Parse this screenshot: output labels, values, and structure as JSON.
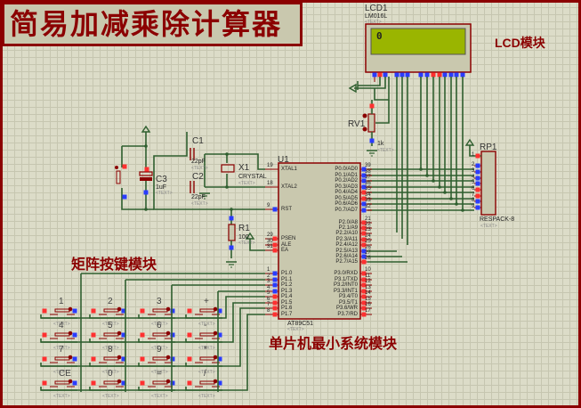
{
  "title": "简易加减乘除计算器",
  "modules": {
    "lcd": "LCD模块",
    "keypad": "矩阵按键模块",
    "mcu": "单片机最小系统模块"
  },
  "lcd": {
    "ref": "LCD1",
    "part": "LM016L",
    "text_tag": "<TEXT>",
    "display": "0"
  },
  "rv1": {
    "ref": "RV1",
    "value": "1k",
    "text_tag": "<TEXT>"
  },
  "rp1": {
    "ref": "RP1",
    "part": "RESPACK-8",
    "text_tag": "<TEXT>",
    "pins": [
      "1",
      "2",
      "3",
      "4",
      "5",
      "6",
      "7",
      "8",
      "9"
    ]
  },
  "c1": {
    "ref": "C1",
    "value": "22pF",
    "text_tag": "<TEXT>"
  },
  "c2": {
    "ref": "C2",
    "value": "22pF",
    "text_tag": "<TEXT>"
  },
  "c3": {
    "ref": "C3",
    "value": "1uF",
    "text_tag": "<TEXT>"
  },
  "x1": {
    "ref": "X1",
    "part": "CRYSTAL",
    "text_tag": "<TEXT>"
  },
  "r1": {
    "ref": "R1",
    "value": "100",
    "text_tag": "<TEXT>"
  },
  "u1": {
    "ref": "U1",
    "part": "AT89C51",
    "text_tag": "<TEXT>",
    "left_pins": [
      {
        "num": "19",
        "name": "XTAL1"
      },
      {
        "num": "18",
        "name": "XTAL2"
      },
      {
        "num": "9",
        "name": "RST"
      },
      {
        "num": "29",
        "name": "PSEN"
      },
      {
        "num": "30",
        "name": "ALE"
      },
      {
        "num": "31",
        "name": "EA"
      },
      {
        "num": "1",
        "name": "P1.0"
      },
      {
        "num": "2",
        "name": "P1.1"
      },
      {
        "num": "3",
        "name": "P1.2"
      },
      {
        "num": "4",
        "name": "P1.3"
      },
      {
        "num": "5",
        "name": "P1.4"
      },
      {
        "num": "6",
        "name": "P1.5"
      },
      {
        "num": "7",
        "name": "P1.6"
      },
      {
        "num": "8",
        "name": "P1.7"
      }
    ],
    "right_pins": [
      {
        "num": "39",
        "name": "P0.0/AD0"
      },
      {
        "num": "38",
        "name": "P0.1/AD1"
      },
      {
        "num": "37",
        "name": "P0.2/AD2"
      },
      {
        "num": "36",
        "name": "P0.3/AD3"
      },
      {
        "num": "35",
        "name": "P0.4/AD4"
      },
      {
        "num": "34",
        "name": "P0.5/AD5"
      },
      {
        "num": "33",
        "name": "P0.6/AD6"
      },
      {
        "num": "32",
        "name": "P0.7/AD7"
      },
      {
        "num": "21",
        "name": "P2.0/A8"
      },
      {
        "num": "22",
        "name": "P2.1/A9"
      },
      {
        "num": "23",
        "name": "P2.2/A10"
      },
      {
        "num": "24",
        "name": "P2.3/A11"
      },
      {
        "num": "25",
        "name": "P2.4/A12"
      },
      {
        "num": "26",
        "name": "P2.5/A13"
      },
      {
        "num": "27",
        "name": "P2.6/A14"
      },
      {
        "num": "28",
        "name": "P2.7/A15"
      },
      {
        "num": "10",
        "name": "P3.0/RXD"
      },
      {
        "num": "11",
        "name": "P3.1/TXD"
      },
      {
        "num": "12",
        "name": "P3.2/INT0"
      },
      {
        "num": "13",
        "name": "P3.3/INT1"
      },
      {
        "num": "14",
        "name": "P3.4/T0"
      },
      {
        "num": "15",
        "name": "P3.5/T1"
      },
      {
        "num": "16",
        "name": "P3.6/WR"
      },
      {
        "num": "17",
        "name": "P3.7/RD"
      }
    ]
  },
  "keys": [
    "1",
    "2",
    "3",
    "+",
    "4",
    "5",
    "6",
    "-",
    "7",
    "8",
    "9",
    "*",
    "CE",
    "0",
    "=",
    "/"
  ],
  "key_text_tag": "<TEXT>",
  "colors": {
    "wire": "#2f5f2f",
    "component": "#8b0000",
    "pin_high": "#ff3030",
    "pin_low": "#2a3cff",
    "lcd_screen": "#9ab500",
    "background": "#dcdcc8"
  }
}
